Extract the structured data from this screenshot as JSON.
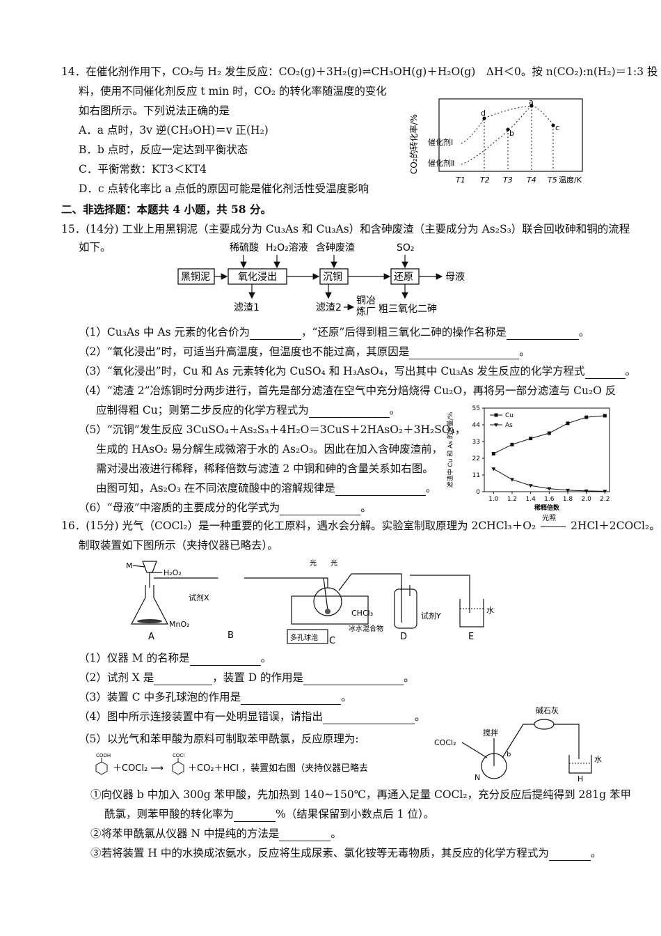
{
  "q14": {
    "line1": "14．在催化剂作用下，CO₂与 H₂ 发生反应：CO₂(g)＋3H₂(g)⇌CH₃OH(g)＋H₂O(g)　ΔH＜0。按 n(CO₂):n(H₂)＝1:3 投",
    "line2": "料，使用不同催化剂反应 t min 时，CO₂ 的转化率随温度的变化",
    "line3": "如右图所示。下列说法正确的是",
    "A": "A．a 点时，3v 逆(CH₃OH)＝v 正(H₂)",
    "B": "B．b 点时，反应一定达到平衡状态",
    "C": "C．平衡常数：KT3＜KT4",
    "D": "D．c 点转化率比 a 点低的原因可能是催化剂活性受温度影响",
    "chart": {
      "ylabel": "CO₂的转化率/%",
      "xlabel": "温度/K",
      "ticks": [
        "T1",
        "T2",
        "T3",
        "T4",
        "T5"
      ],
      "series_labels": [
        "催化剂Ⅰ",
        "催化剂Ⅱ"
      ],
      "points": [
        "a",
        "b",
        "c",
        "d"
      ]
    }
  },
  "section2": "二、非选择题：本题共 4 小题，共 58 分。",
  "q15": {
    "line1": "15．(14分) 工业上用黑铜泥（主要成分为 Cu₃As 和 Cu₃As）和含砷废渣（主要成分为 As₂S₃）联合回收砷和铜的流程",
    "line2": "如下。",
    "flow": {
      "boxes": [
        "黑铜泥",
        "氧化浸出",
        "沉铜",
        "还原"
      ],
      "inputs": [
        "稀硫酸",
        "H₂O₂溶液",
        "含砷废渣",
        "SO₂"
      ],
      "outputs": [
        "母液",
        "滤渣1",
        "滤渣2",
        "铜冶",
        "炼厂",
        "粗三氧化二砷"
      ]
    },
    "s1": "（1）Cu₃As 中 As 元素的化合价为",
    "s1b": "，“还原”后得到粗三氧化二砷的操作名称是",
    "s2": "（2）“氧化浸出”时，可适当升高温度，但温度也不能过高，其原因是",
    "s3": "（3）“氧化浸出”时，Cu 和 As 元素转化为 CuSO₄ 和 H₃AsO₄，写出其中 Cu₃As 发生反应的化学方程式",
    "s4a": "（4）“滤渣 2”冶炼铜时分两步进行，首先是部分滤渣在空气中充分焙烧得 Cu₂O，再将另一部分滤渣与 Cu₂O 反",
    "s4b": "应制得粗 Cu；则第二步反应的化学方程式为",
    "s5a": "（5）“沉铜”发生反应 3CuSO₄＋As₂S₃＋4H₂O＝3CuS＋2HAsO₂＋3H₂SO₄，",
    "s5b": "生成的 HAsO₂ 易分解生成微溶于水的 As₂O₃。因此在加入含砷废渣前，",
    "s5c": "需对浸出液进行稀释，稀释倍数与滤渣 2 中铜和砷的含量关系如右图。",
    "s5d": "由图可知，As₂O₃ 在不同浓度硫酸中的溶解规律是",
    "s6": "（6）“母液”中溶质的主要成分的化学式为",
    "chart_data": {
      "type": "line",
      "ylabel": "滤渣中 Cu 和 As 的含量/%",
      "xlabel": "稀释倍数",
      "ylim": [
        0,
        55
      ],
      "xlim": [
        0.9,
        2.25
      ],
      "yticks": [
        "0",
        "11",
        "22",
        "33",
        "44",
        "55"
      ],
      "xticks": [
        "1.0",
        "1.2",
        "1.4",
        "1.6",
        "1.8",
        "2.0",
        "2.2"
      ],
      "series": [
        {
          "name": "Cu",
          "x": [
            1.0,
            1.2,
            1.4,
            1.6,
            1.8,
            2.0,
            2.2
          ],
          "values": [
            25,
            31,
            35,
            38.5,
            45,
            49,
            50
          ]
        },
        {
          "name": "As",
          "x": [
            1.0,
            1.2,
            1.4,
            1.6,
            1.8,
            2.0,
            2.2
          ],
          "values": [
            15,
            8,
            4,
            2,
            1,
            0.5,
            0.3
          ]
        }
      ]
    }
  },
  "q16": {
    "line1": "16．(15分) 光气（COCl₂）是一种重要的化工原料，遇水会分解。实验室制取原理为 2CHCl₃＋O₂",
    "cond": "光照",
    "line1b": "2HCl＋2COCl₂。",
    "line2": "制取装置如下图所示（夹持仪器已略去）。",
    "app": {
      "M": "M",
      "h2o2": "H₂O₂",
      "mno2": "MnO₂",
      "reagentX": "试剂X",
      "light1": "光",
      "light2": "光",
      "chcl3": "CHCl₃",
      "ice": "冰水混合物",
      "bulb": "多孔球泡",
      "reagentY": "试剂Y",
      "water": "水",
      "labels": [
        "A",
        "B",
        "C",
        "D",
        "E"
      ]
    },
    "s1": "（1）仪器 M 的名称是",
    "s2a": "（2）试剂 X 是",
    "s2b": "，装置 D 的作用是",
    "s3": "（3）装置 C 中多孔球泡的作用是",
    "s4": "（4）图中所示连接装置中有一处明显错误，请指出",
    "s5": "（5）以光气和苯甲酸为原料可制取苯甲酰氯，反应原理为:",
    "rxn_cooh": "COOH",
    "rxn_cocl": "COCl",
    "rxn_mid": "＋COCl₂ ⟶",
    "rxn_end": "＋CO₂＋HCl ，装置如右图（夹持仪器已略去）。",
    "app2": {
      "soda": "碱石灰",
      "stir": "搅拌",
      "cocl2": "COCl₂",
      "N": "N",
      "b": "b",
      "water": "水",
      "H": "H"
    },
    "s5_1a": "①向仪器 b 中加入 300g 苯甲酸，先加热到 140~150℃，再通入足量 COCl₂，充分反应后提纯得到 281g 苯甲",
    "s5_1b": "酰氯，则苯甲酸的转化率为",
    "s5_1c": "%（结果保留到小数点后 1 位）。",
    "s5_2": "②将苯甲酰氯从仪器 N 中提纯的方法是",
    "s5_3": "③若将装置 H 中的水换成浓氨水，反应将生成尿素、氯化铵等无毒物质，其反应的化学方程式为"
  },
  "end_mark": "。"
}
